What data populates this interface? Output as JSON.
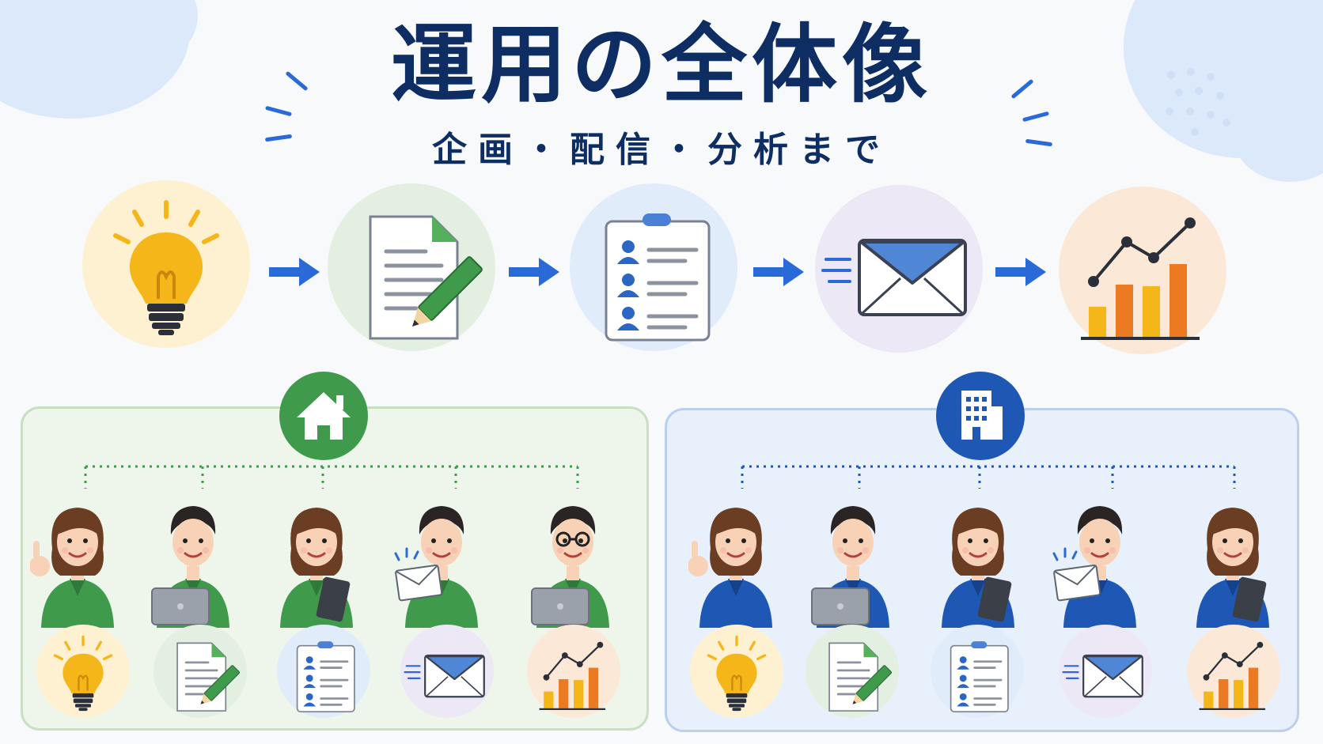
{
  "title": "運用の全体像",
  "subtitle": "企画・配信・分析まで",
  "colors": {
    "navy": "#0d2d63",
    "accent_blue": "#2a6ad8",
    "green": "#3f9a4c",
    "blue_team": "#1f57b5",
    "bulb_yellow": "#f5b61a",
    "chart_orange": "#ec7a22"
  },
  "steps": [
    {
      "icon": "lightbulb-icon",
      "bg": "#fdf1d2"
    },
    {
      "icon": "document-pencil-icon",
      "bg": "#e3efe1"
    },
    {
      "icon": "clipboard-list-icon",
      "bg": "#e1ecfa"
    },
    {
      "icon": "envelope-icon",
      "bg": "#ece8f6"
    },
    {
      "icon": "bar-chart-icon",
      "bg": "#fce8d6"
    }
  ],
  "teams": [
    {
      "id": "home",
      "badge_icon": "house-icon",
      "accent": "#3f9a4c",
      "panel_bg": "#eef5ea",
      "panel_border": "#c9dfc2"
    },
    {
      "id": "office",
      "badge_icon": "building-icon",
      "accent": "#1f57b5",
      "panel_bg": "#e8f0fb",
      "panel_border": "#bcd0ee"
    }
  ]
}
